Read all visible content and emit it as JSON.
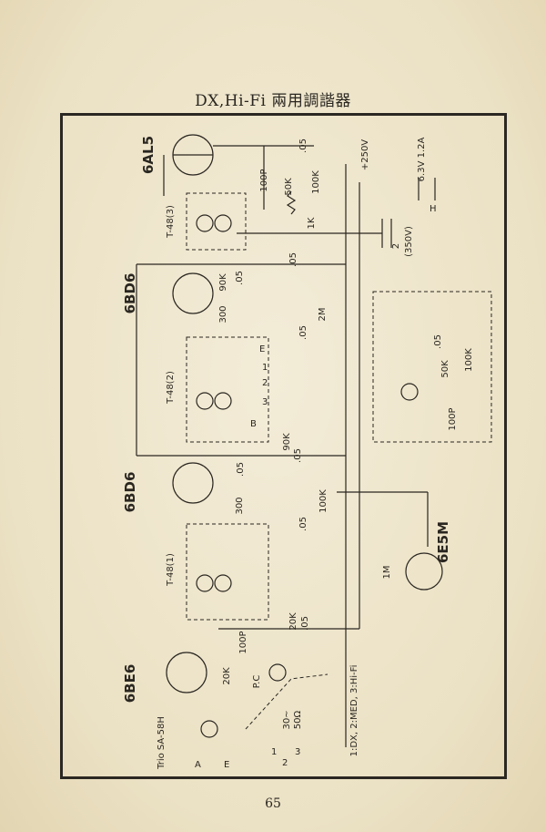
{
  "title": "DX,Hi-Fi 兩用調諧器",
  "page_number": "65",
  "tubes": {
    "t1": "6AL5",
    "t2": "6BD6",
    "t3": "6BD6",
    "t4": "6BE6",
    "t5": "6E5M"
  },
  "transformers": {
    "tr3": "T-48(3)",
    "tr2": "T-48(2)",
    "tr1": "T-48(1)"
  },
  "oscillator_coil": "Trio SA-58H",
  "components": {
    "c_05_top": ".05",
    "r_50k": "50K",
    "r_100k_vol": "100K",
    "c_100p_top": "100P",
    "r_1k": "1K",
    "c_05_mid": ".05",
    "r_90k_a": "90K",
    "c_05_a": ".05",
    "r_300_a": "300",
    "r_2m": "2M",
    "c_05_b": ".05",
    "c_2": "2",
    "c_350v": "(350V)",
    "r_90k_b": "90K",
    "c_05_c": ".05",
    "c_05_d": ".05",
    "r_300_b": "300",
    "r_100k_b": "100K",
    "c_05_e": ".05",
    "r_1m": "1M",
    "r_20k_a": "20K",
    "c_05_f": ".05",
    "c_100p_b": "100P",
    "r_20k_b": "20K",
    "pc": "P.C",
    "r_30_50": "30~",
    "r_50": "50Ω",
    "inset_05": ".05",
    "inset_50k": "50K",
    "inset_100k": "100K",
    "inset_100p": "100P"
  },
  "power": {
    "b_plus": "+250V",
    "heater": "6.3V 1.2A",
    "h": "H"
  },
  "terminals": {
    "e": "E",
    "b": "B",
    "n1": "1",
    "n2": "2",
    "n3": "3",
    "a": "A",
    "e2": "E"
  },
  "switch": {
    "p1": "1",
    "p2": "2",
    "p3": "3"
  },
  "legend": "1:DX, 2:MED, 3:Hi-Fi"
}
